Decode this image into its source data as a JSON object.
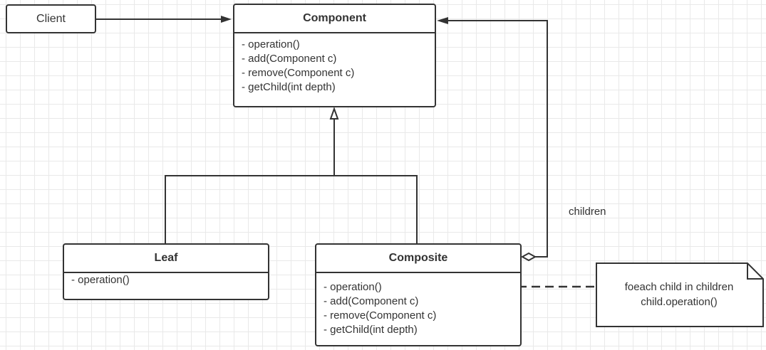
{
  "client": {
    "label": "Client"
  },
  "component": {
    "title": "Component",
    "operations": [
      "- operation()",
      "- add(Component c)",
      "- remove(Component c)",
      "- getChild(int depth)"
    ]
  },
  "leaf": {
    "title": "Leaf",
    "operations": [
      "- operation()"
    ]
  },
  "composite": {
    "title": "Composite",
    "operations": [
      "- operation()",
      "- add(Component c)",
      "- remove(Component c)",
      "- getChild(int depth)"
    ]
  },
  "aggregation": {
    "label": "children"
  },
  "note": {
    "lines": [
      "foeach child in children",
      "child.operation()"
    ]
  },
  "colors": {
    "stroke": "#333333",
    "grid": "#e9e9e9",
    "background": "#ffffff"
  }
}
